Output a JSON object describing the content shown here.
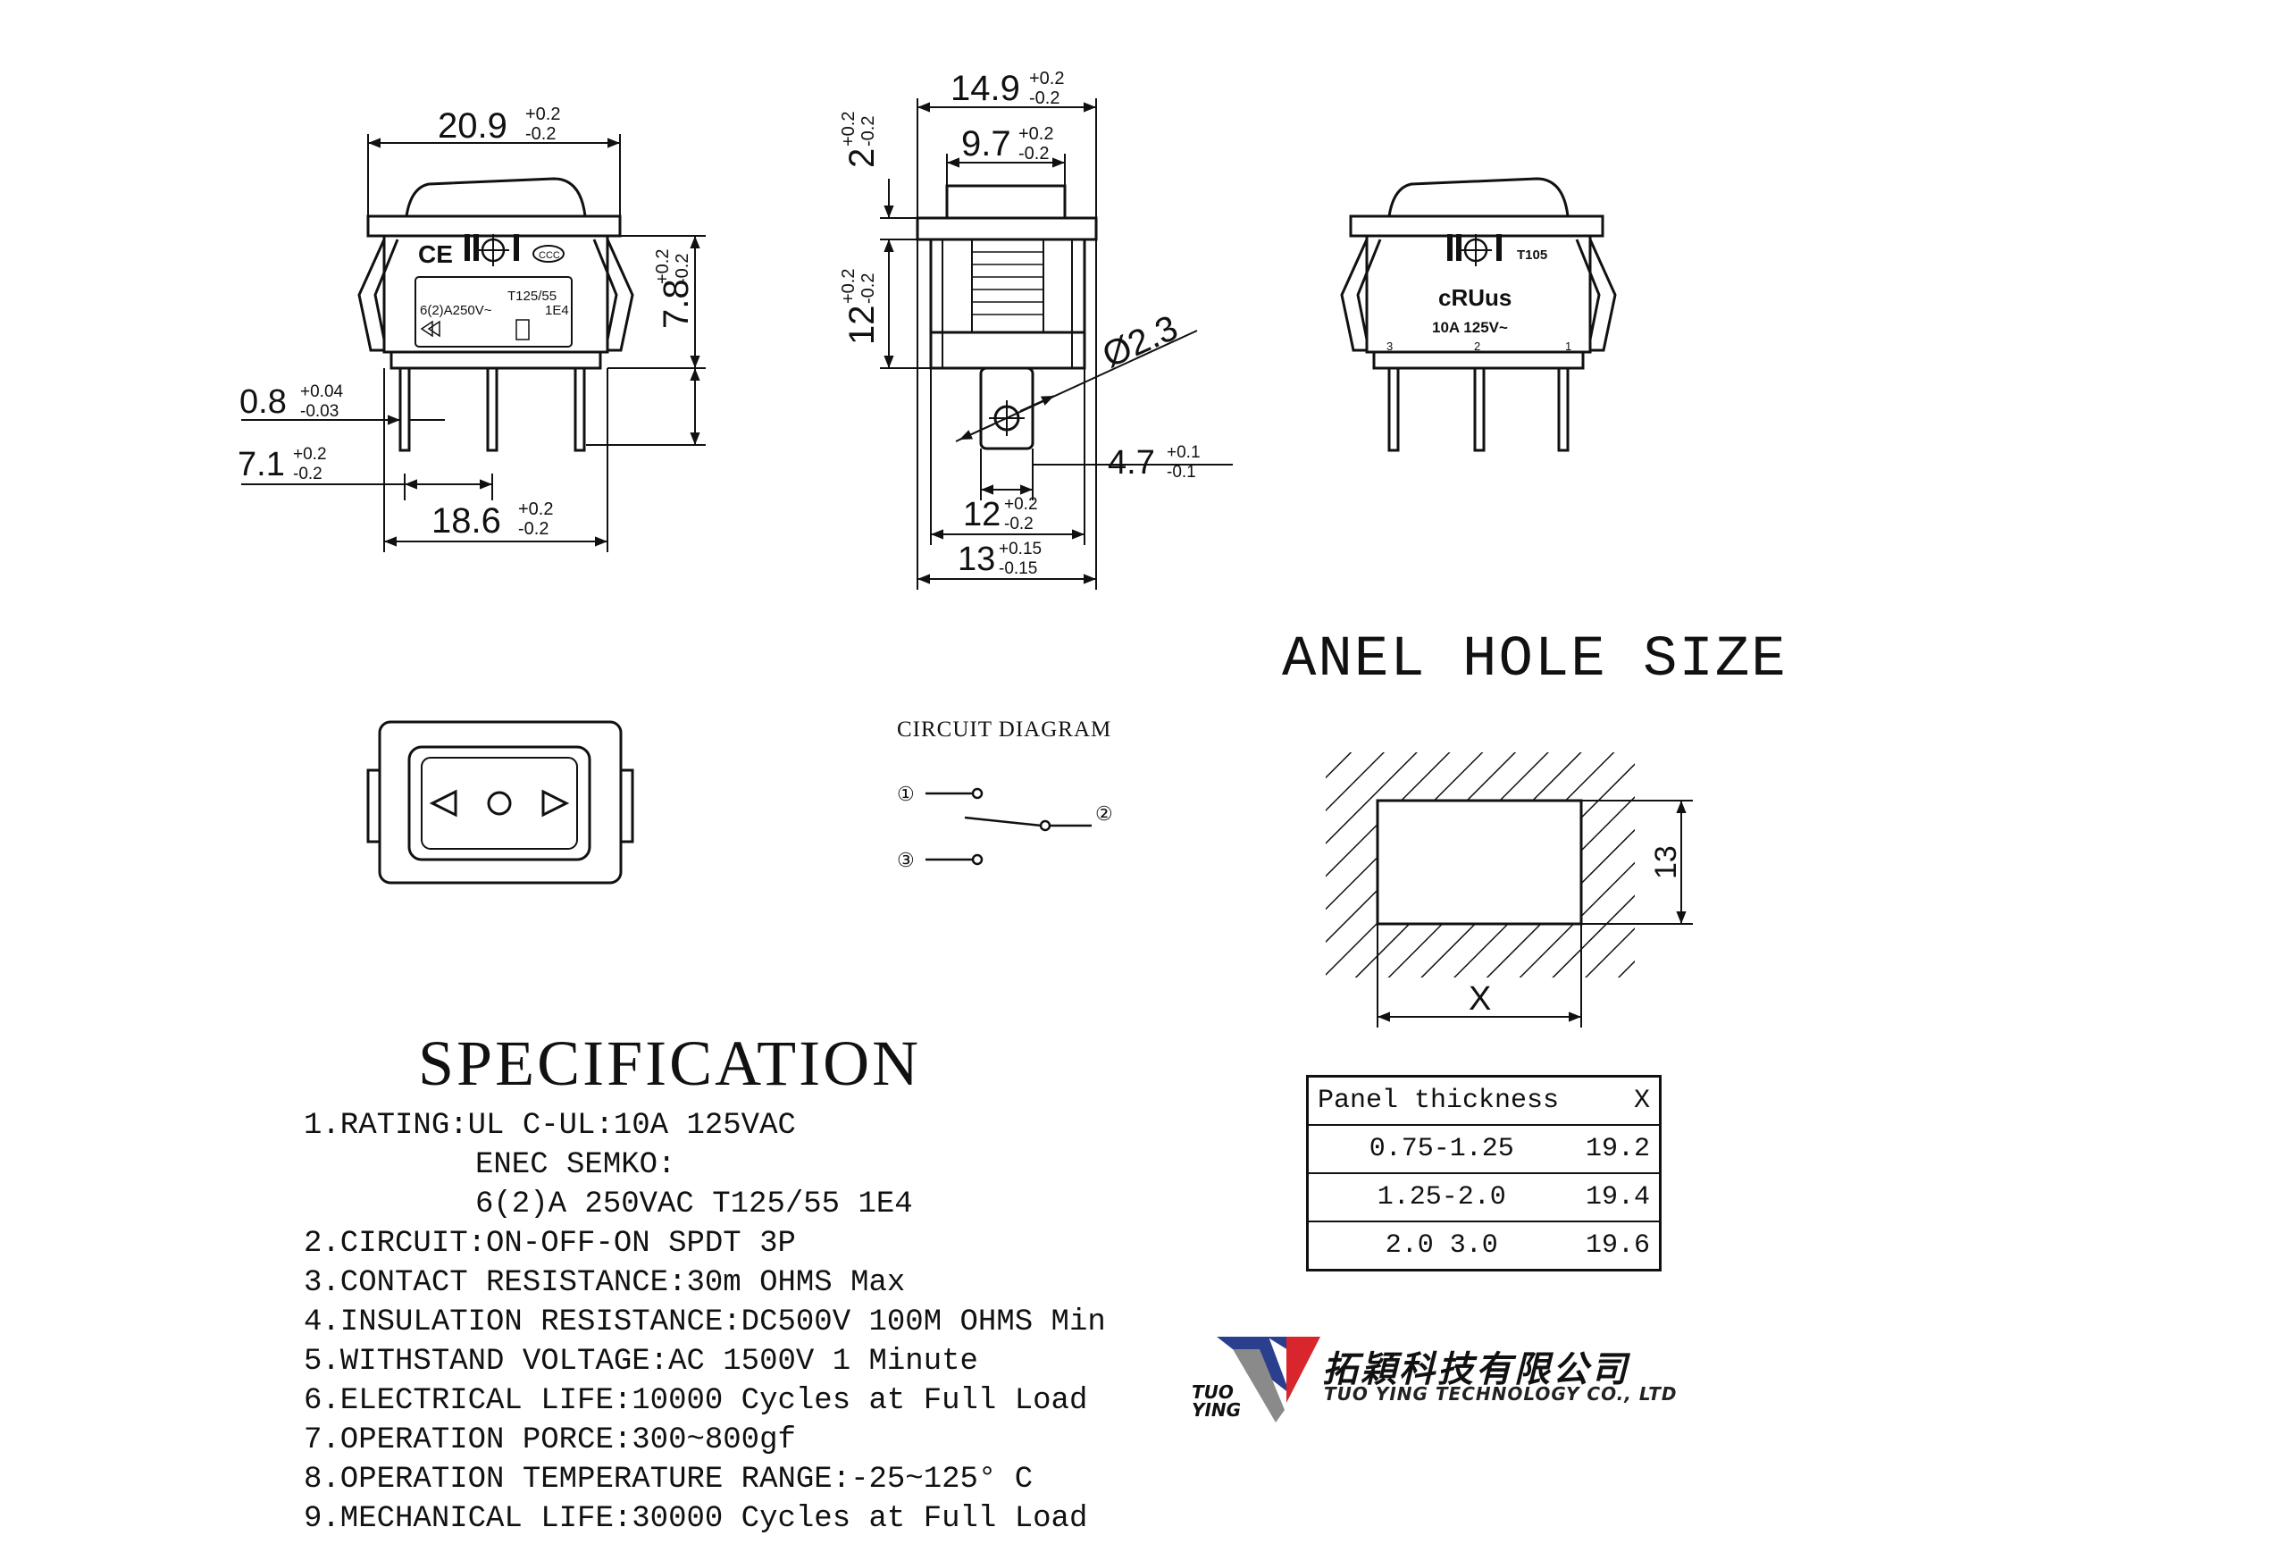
{
  "front_view": {
    "width_dim": "20.9",
    "width_tol_plus": "+0.2",
    "width_tol_minus": "-0.2",
    "height_dim": "7.8",
    "height_tol_plus": "+0.2",
    "height_tol_minus": "-0.2",
    "pin_width_dim": "0.8",
    "pin_width_tol_plus": "+0.04",
    "pin_width_tol_minus": "-0.03",
    "pin_pitch_dim": "7.1",
    "pin_pitch_tol_plus": "+0.2",
    "pin_pitch_tol_minus": "-0.2",
    "base_width_dim": "18.6",
    "base_width_tol_plus": "+0.2",
    "base_width_tol_minus": "-0.2",
    "marking_rating": "6(2)A250V~",
    "marking_temp": "T125/55",
    "marking_cycles": "1E4",
    "marking_ce": "CE",
    "marking_ccc": "CCC"
  },
  "side_view": {
    "top_width_dim": "14.9",
    "top_width_tol_plus": "+0.2",
    "top_width_tol_minus": "-0.2",
    "actuator_width_dim": "9.7",
    "actuator_width_tol_plus": "+0.2",
    "actuator_width_tol_minus": "-0.2",
    "flange_dim": "2",
    "flange_tol_plus": "+0.2",
    "flange_tol_minus": "-0.2",
    "body_height_dim": "12",
    "body_height_tol_plus": "+0.2",
    "body_height_tol_minus": "-0.2",
    "hole_dim": "Ø2.3",
    "terminal_dim": "4.7",
    "terminal_tol_plus": "+0.1",
    "terminal_tol_minus": "-0.1",
    "body_depth_dim": "12",
    "body_depth_tol_plus": "+0.2",
    "body_depth_tol_minus": "-0.2",
    "overall_depth_dim": "13",
    "overall_depth_tol_plus": "+0.15",
    "overall_depth_tol_minus": "-0.15"
  },
  "back_view": {
    "marking_cert": "cRUus",
    "marking_rating": "10A 125V~",
    "marking_temp": "T105",
    "pin_labels": [
      "3",
      "2",
      "1"
    ]
  },
  "panel_hole": {
    "title": "ANEL HOLE SIZE",
    "height_label": "13",
    "width_label": "X"
  },
  "circuit": {
    "title": "CIRCUIT DIAGRAM",
    "terminals": [
      "①",
      "②",
      "③"
    ]
  },
  "thickness_table": {
    "headers": [
      "Panel thickness",
      "X"
    ],
    "rows": [
      [
        "0.75-1.25",
        "19.2"
      ],
      [
        "1.25-2.0",
        "19.4"
      ],
      [
        "2.0 3.0",
        "19.6"
      ]
    ]
  },
  "specification": {
    "title": "SPECIFICATION",
    "items": [
      "1.RATING:UL C-UL:10A 125VAC",
      "2.CIRCUIT:ON-OFF-ON SPDT 3P",
      "3.CONTACT RESISTANCE:30m OHMS Max",
      "4.INSULATION RESISTANCE:DC500V 100M OHMS Min",
      "5.WITHSTAND VOLTAGE:AC 1500V 1 Minute",
      "6.ELECTRICAL LIFE:10000 Cycles at Full Load",
      "7.OPERATION PORCE:300~800gf",
      "8.OPERATION TEMPERATURE RANGE:-25~125° C",
      "9.MECHANICAL LIFE:30000 Cycles at Full Load"
    ],
    "rating_sub_1": "ENEC SEMKO:",
    "rating_sub_2": "6(2)A 250VAC T125/55 1E4"
  },
  "company": {
    "name_cn": "拓穎科技有限公司",
    "name_en": "TUO YING TECHNOLOGY CO., LTD",
    "logo_line_1": "TUO",
    "logo_line_2": "YING",
    "logo_colors": {
      "blue": "#2b3f8f",
      "red": "#d8262c",
      "gray": "#8a8a8a"
    }
  }
}
